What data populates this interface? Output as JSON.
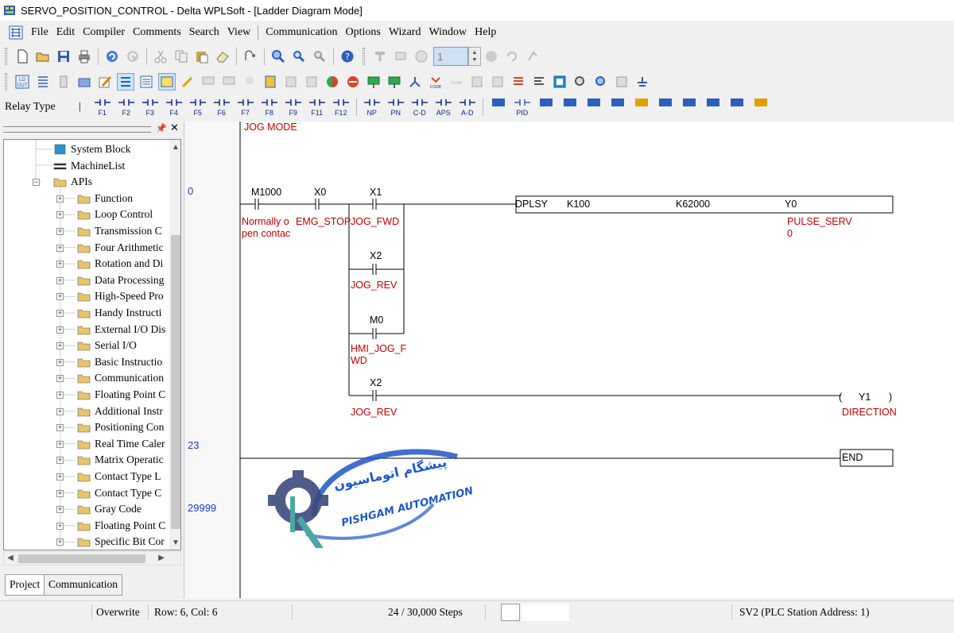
{
  "window": {
    "title": "SERVO_POSITION_CONTROL - Delta WPLSoft - [Ladder Diagram Mode]"
  },
  "menu": {
    "items": [
      "File",
      "Edit",
      "Compiler",
      "Comments",
      "Search",
      "View",
      "Communication",
      "Options",
      "Wizard",
      "Window",
      "Help"
    ]
  },
  "toolbar": {
    "spin_value": "1",
    "relay_type_label": "Relay Type",
    "fkeys": [
      "F1",
      "F2",
      "F3",
      "F4",
      "F5",
      "F6",
      "F7",
      "F8",
      "F9",
      "F11",
      "F12",
      "NP",
      "PN",
      "C-D",
      "APS",
      "A-D",
      "",
      "PID",
      "",
      "",
      "",
      "",
      "",
      "",
      "",
      "",
      "",
      ""
    ]
  },
  "project_tree": {
    "items": [
      {
        "label": "System Block",
        "icon": "system-block-icon"
      },
      {
        "label": "MachineList",
        "icon": "machine-list-icon"
      },
      {
        "label": "APIs",
        "icon": "api-folder-icon"
      },
      {
        "label": "Function",
        "icon": "folder-icon"
      },
      {
        "label": "Loop Control",
        "icon": "folder-icon"
      },
      {
        "label": "Transmission C",
        "icon": "folder-icon"
      },
      {
        "label": "Four Arithmetic",
        "icon": "folder-icon"
      },
      {
        "label": "Rotation and Di",
        "icon": "folder-icon"
      },
      {
        "label": "Data Processing",
        "icon": "folder-icon"
      },
      {
        "label": "High-Speed Pro",
        "icon": "folder-icon"
      },
      {
        "label": "Handy Instructi",
        "icon": "folder-icon"
      },
      {
        "label": "External I/O Dis",
        "icon": "folder-icon"
      },
      {
        "label": "Serial I/O",
        "icon": "folder-icon"
      },
      {
        "label": "Basic Instructio",
        "icon": "folder-icon"
      },
      {
        "label": "Communication",
        "icon": "folder-icon"
      },
      {
        "label": "Floating Point C",
        "icon": "folder-icon"
      },
      {
        "label": "Additional Instr",
        "icon": "folder-icon"
      },
      {
        "label": "Positioning Con",
        "icon": "folder-icon"
      },
      {
        "label": "Real Time Caler",
        "icon": "folder-icon"
      },
      {
        "label": "Matrix Operatic",
        "icon": "folder-icon"
      },
      {
        "label": "Contact Type L",
        "icon": "folder-icon"
      },
      {
        "label": "Contact Type C",
        "icon": "folder-icon"
      },
      {
        "label": "Gray Code",
        "icon": "folder-icon"
      },
      {
        "label": "Floating Point C",
        "icon": "folder-icon"
      },
      {
        "label": "Specific Bit Cor",
        "icon": "folder-icon"
      }
    ],
    "tabs": [
      "Project",
      "Communication"
    ]
  },
  "steps": [
    "0",
    "23",
    "29999"
  ],
  "ladder": {
    "section_comment": "JOG MODE",
    "contacts": {
      "m1000": {
        "device": "M1000",
        "comment_line1": "Normally o",
        "comment_line2": "pen contac"
      },
      "x0": {
        "device": "X0",
        "comment": "EMG_STOP"
      },
      "x1": {
        "device": "X1",
        "comment": "JOG_FWD"
      },
      "x2a": {
        "device": "X2",
        "comment": "JOG_REV"
      },
      "m0": {
        "device": "M0",
        "comment_line1": "HMI_JOG_F",
        "comment_line2": "WD"
      },
      "x2b": {
        "device": "X2",
        "comment": "JOG_REV"
      }
    },
    "instruction": {
      "op": "DPLSY",
      "arg1": "K100",
      "arg2": "K62000",
      "arg3": "Y0",
      "arg3_comment_line1": "PULSE_SERV",
      "arg3_comment_line2": "0"
    },
    "coil": {
      "open": "(",
      "device": "Y1",
      "close": ")",
      "comment": "DIRECTION"
    },
    "end_label": "END"
  },
  "watermark": {
    "fa_text": "پیشگام اتوماسیون",
    "en_text": "PISHGAM AUTOMATION",
    "gear_color": "#3d4a7c",
    "arc_color": "#1e56c8",
    "accent_color": "#4aa8a0"
  },
  "status": {
    "mode": "Overwrite",
    "position": "Row: 6, Col: 6",
    "steps": "24 / 30,000 Steps",
    "station": "SV2 (PLC Station Address: 1)"
  }
}
